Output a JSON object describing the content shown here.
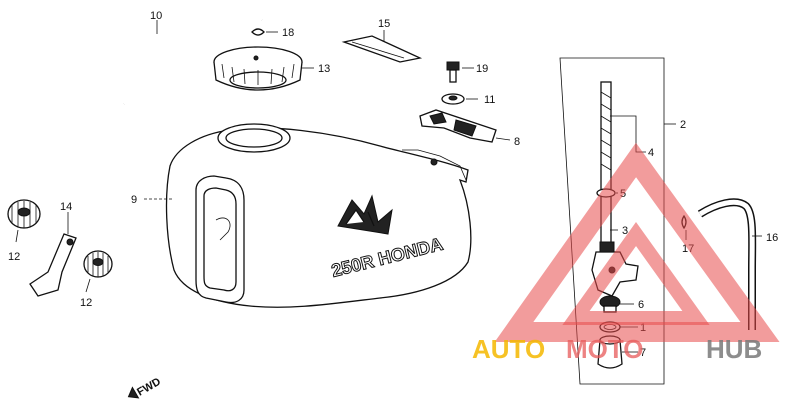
{
  "callouts": [
    {
      "num": "10"
    },
    {
      "num": "18"
    },
    {
      "num": "13"
    },
    {
      "num": "15"
    },
    {
      "num": "19"
    },
    {
      "num": "11"
    },
    {
      "num": "8"
    },
    {
      "num": "2"
    },
    {
      "num": "4"
    },
    {
      "num": "5"
    },
    {
      "num": "3"
    },
    {
      "num": "17"
    },
    {
      "num": "16"
    },
    {
      "num": "6"
    },
    {
      "num": "1"
    },
    {
      "num": "7"
    },
    {
      "num": "9"
    },
    {
      "num": "14"
    },
    {
      "num": "12"
    },
    {
      "num": "12"
    }
  ],
  "direction_marker": "FWD",
  "tank_decal": "250R HONDA",
  "watermark": {
    "auto": "AUTO",
    "moto": "MOTO",
    "hub": "HUB",
    "colors": {
      "auto": "#f5b800",
      "moto": "#e85a5a",
      "hub": "#7a7a7a",
      "triangle": "#e84a4a"
    }
  }
}
